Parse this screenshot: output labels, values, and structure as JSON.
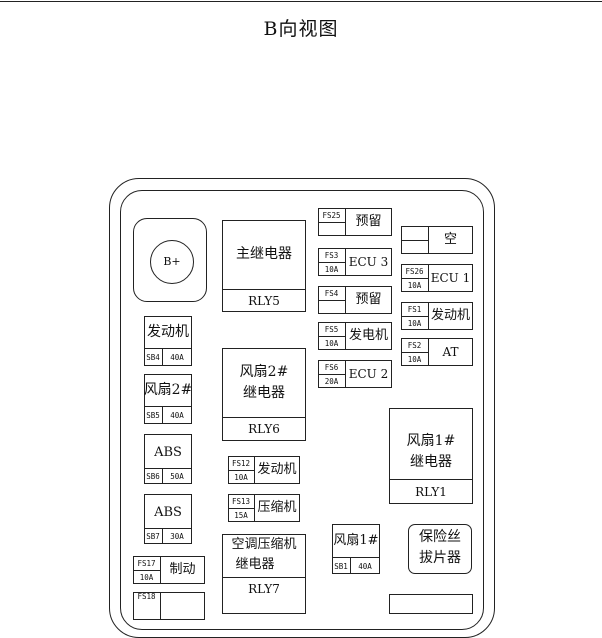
{
  "view_title": "B向视图",
  "terminal_label": "B+",
  "relays": {
    "main": {
      "name": "主继电器",
      "code": "RLY5"
    },
    "fan2": {
      "name_line1": "风扇2#",
      "name_line2": "继电器",
      "code": "RLY6"
    },
    "fan1": {
      "name_line1": "风扇1#",
      "name_line2": "继电器",
      "code": "RLY1"
    },
    "ac": {
      "name_line1": "空调压缩机",
      "name_line2": "继电器",
      "code": "RLY7"
    }
  },
  "fuses": {
    "fs25": {
      "id": "FS25",
      "rating": "",
      "label": "预留"
    },
    "fs3": {
      "id": "FS3",
      "rating": "10A",
      "label": "ECU 3"
    },
    "fs4": {
      "id": "FS4",
      "rating": "",
      "label": "预留"
    },
    "fs5": {
      "id": "FS5",
      "rating": "10A",
      "label": "发电机"
    },
    "fs6": {
      "id": "FS6",
      "rating": "20A",
      "label": "ECU 2"
    },
    "spare": {
      "id": "",
      "rating": "",
      "label": "空"
    },
    "fs26": {
      "id": "FS26",
      "rating": "10A",
      "label": "ECU 1"
    },
    "fs1": {
      "id": "FS1",
      "rating": "10A",
      "label": "发动机"
    },
    "fs2": {
      "id": "FS2",
      "rating": "10A",
      "label": "AT"
    },
    "fs12": {
      "id": "FS12",
      "rating": "10A",
      "label": "发动机"
    },
    "fs13": {
      "id": "FS13",
      "rating": "15A",
      "label": "压缩机"
    },
    "fs17": {
      "id": "FS17",
      "rating": "10A",
      "label": "制动"
    },
    "fs18": {
      "id": "FS18",
      "rating": "",
      "label": ""
    }
  },
  "slow_fuses": {
    "sb4": {
      "label": "发动机",
      "id": "SB4",
      "rating": "40A"
    },
    "sb5": {
      "label": "风扇2#",
      "id": "SB5",
      "rating": "40A"
    },
    "sb6": {
      "label": "ABS",
      "id": "SB6",
      "rating": "50A"
    },
    "sb7": {
      "label": "ABS",
      "id": "SB7",
      "rating": "30A"
    },
    "sb1": {
      "label": "风扇1#",
      "id": "SB1",
      "rating": "40A"
    }
  },
  "puller": {
    "line1": "保险丝",
    "line2": "拔片器"
  }
}
